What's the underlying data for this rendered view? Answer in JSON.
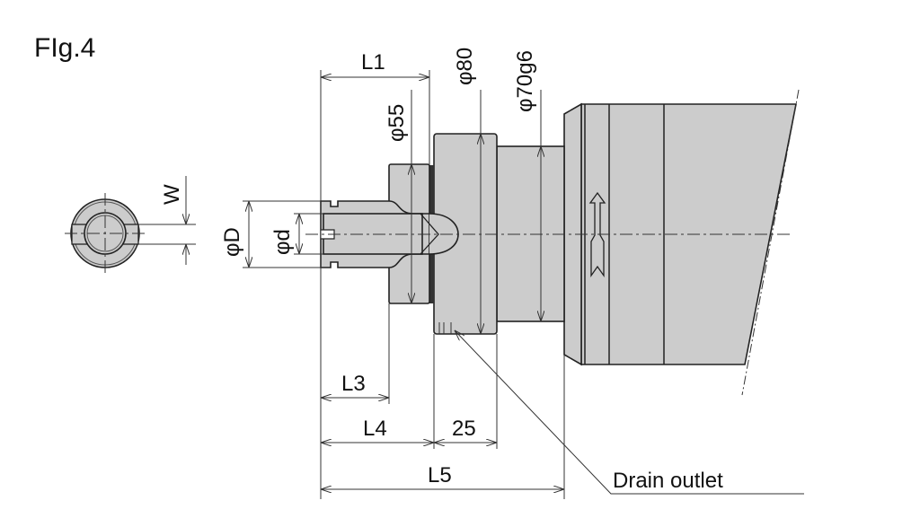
{
  "figure": {
    "title": "FIg.4",
    "labels": {
      "L1": "L1",
      "L3": "L3",
      "L4": "L4",
      "L5": "L5",
      "dim_25": "25",
      "phi55": "φ55",
      "phi80": "φ80",
      "phi70g6": "φ70g6",
      "phiD": "φD",
      "phid": "φd",
      "W": "W"
    },
    "callout": "Drain outlet"
  }
}
